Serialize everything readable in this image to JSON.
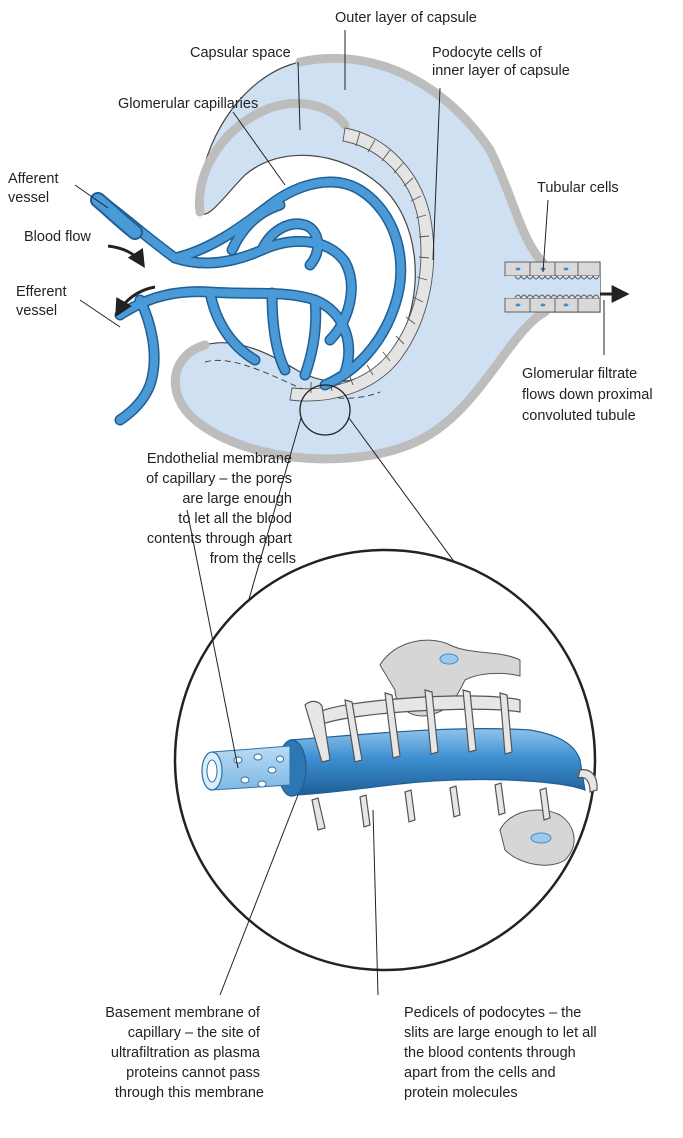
{
  "labels": {
    "outer_layer": "Outer layer of capsule",
    "capsular_space": "Capsular space",
    "podocyte": [
      "Podocyte cells of",
      "inner layer of capsule"
    ],
    "glomerular_capillaries": "Glomerular capillaries",
    "afferent": [
      "Afferent",
      "vessel"
    ],
    "blood_flow": "Blood flow",
    "tubular_cells": "Tubular cells",
    "efferent": [
      "Efferent",
      "vessel"
    ],
    "filtrate": [
      "Glomerular filtrate",
      "flows down proximal",
      "convoluted tubule"
    ],
    "endothelial": [
      "Endothelial membrane",
      "of capillary – the pores",
      "are large enough",
      "to let all the blood",
      "contents through apart",
      "from the cells"
    ],
    "basement": [
      "Basement membrane of",
      "capillary – the site of",
      "ultrafiltration as plasma",
      "proteins cannot pass",
      "through this membrane"
    ],
    "pedicels": [
      "Pedicels of podocytes – the",
      "slits are large enough to let all",
      "the blood contents through",
      "apart from the cells and",
      "protein molecules"
    ]
  },
  "colors": {
    "capillary_blue": "#3d8fd1",
    "capillary_dark": "#1f5f96",
    "capsular_fill": "#cfe0f3",
    "cell_grey": "#d9d9d9",
    "outline": "#444444",
    "text": "#222222"
  }
}
